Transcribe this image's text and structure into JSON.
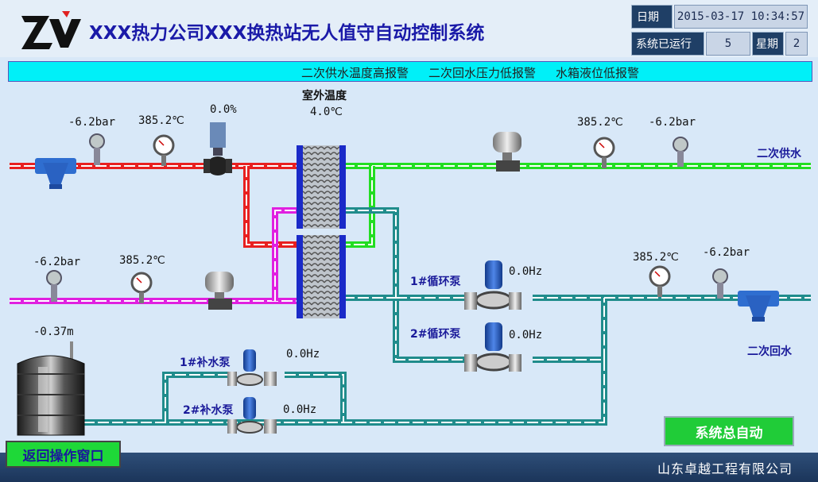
{
  "header": {
    "title": "XXX热力公司XXX换热站无人值守自动控制系统",
    "date_label": "日期",
    "datetime": "2015-03-17 10:34:57",
    "running_label": "系统已运行",
    "running_value": "5",
    "weekday_label": "星期",
    "weekday_value": "2"
  },
  "alarms": [
    "二次供水温度高报警",
    "二次回水压力低报警",
    "水箱液位低报警"
  ],
  "outdoor": {
    "label": "室外温度",
    "value": "4.0℃"
  },
  "supply_top": {
    "pressure": "-6.2bar",
    "temperature": "385.2℃",
    "valve_opening": "0.0%"
  },
  "secondary_supply": {
    "label": "二次供水",
    "temperature": "385.2℃",
    "pressure": "-6.2bar"
  },
  "primary_return": {
    "pressure": "-6.2bar",
    "temperature": "385.2℃"
  },
  "secondary_return": {
    "label": "二次回水",
    "temperature": "385.2℃",
    "pressure": "-6.2bar"
  },
  "circ_pump_1": {
    "label": "1#循环泵",
    "freq": "0.0Hz"
  },
  "circ_pump_2": {
    "label": "2#循环泵",
    "freq": "0.0Hz"
  },
  "makeup_pump_1": {
    "label": "1#补水泵",
    "freq": "0.0Hz"
  },
  "makeup_pump_2": {
    "label": "2#补水泵",
    "freq": "0.0Hz"
  },
  "tank": {
    "level": "-0.37m"
  },
  "buttons": {
    "back": "返回操作窗口",
    "auto": "系统总自动"
  },
  "footer": {
    "company": "山东卓越工程有限公司"
  },
  "colors": {
    "red_pipe": "#e82020",
    "green_pipe": "#22dd22",
    "magenta_pipe": "#e020e0",
    "teal_pipe": "#208c8c",
    "alarm_bar": "#00f0f8"
  }
}
